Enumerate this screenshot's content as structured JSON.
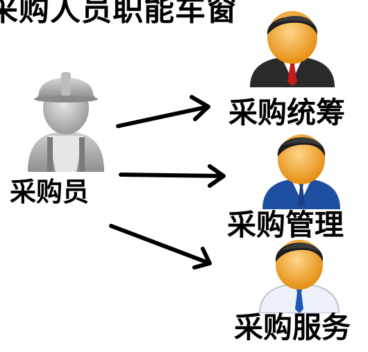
{
  "title": "采购人员职能车窗",
  "roles": {
    "buyer": "采购员",
    "planning": "采购统筹",
    "management": "采购管理",
    "service": "采购服务"
  },
  "icons": {
    "buyer": "construction-worker-icon",
    "planning": "businessman-red-tie-icon",
    "management": "businessman-blue-suit-icon",
    "service": "businessman-white-shirt-icon"
  },
  "colors": {
    "text": "#000000",
    "skin": "#f6a92a",
    "suit_dark": "#2a2a2a",
    "suit_blue": "#1f4fa0",
    "tie_red": "#c61a1a",
    "tie_blue": "#1c56b8",
    "worker_gray": "#9a9a9a"
  }
}
